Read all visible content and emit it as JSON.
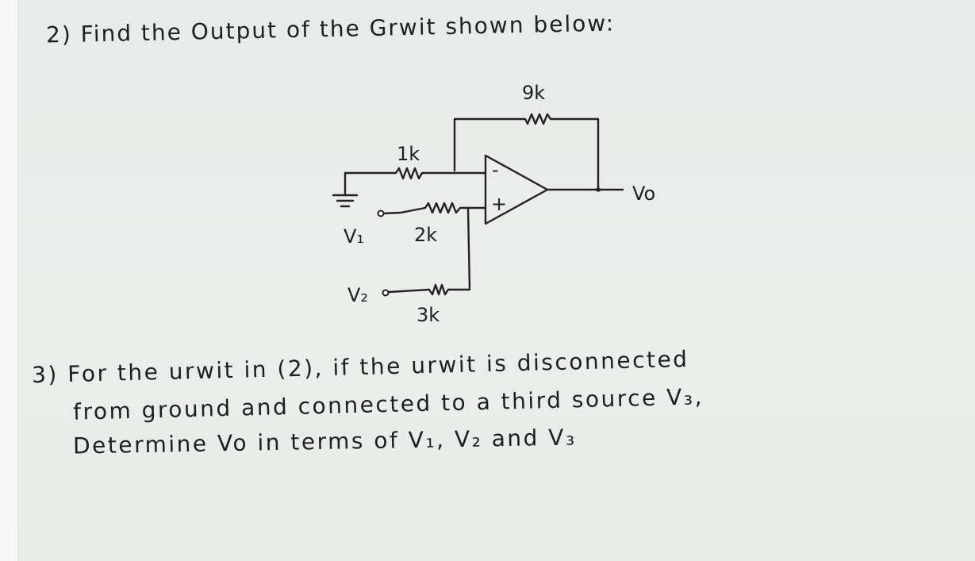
{
  "question_2": {
    "text": "2) Find the Output of the Grwit shown below:"
  },
  "circuit": {
    "feedback_resistor": "9k",
    "r1": "1k",
    "r2": "2k",
    "r3": "3k",
    "input_1": "V₁",
    "input_2": "V₂",
    "output": "Vo",
    "inverting_sign": "-",
    "noninverting_sign": "+"
  },
  "question_3": {
    "line_1": "3) For the urwit in (2), if the urwit is disconnected",
    "line_2": "from ground and connected to a third source V₃,",
    "line_3": "Determine Vo in terms of V₁, V₂ and V₃"
  }
}
